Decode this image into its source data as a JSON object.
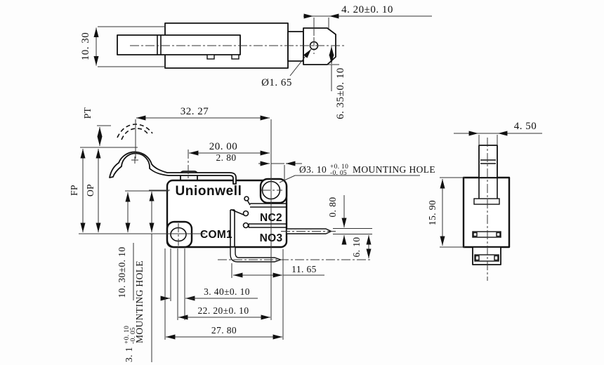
{
  "drawing": {
    "brand": "Unionwell",
    "top_view": {
      "body_height": "10. 30",
      "pin_tip_width": "4. 20±0. 10",
      "pin_hole_offset": "6. 35±0. 10",
      "pin_hole_dia": "Ø1. 65"
    },
    "front_view": {
      "lever_to_hole": "32. 27",
      "plunger_to_hole": "20. 00",
      "hole_to_edge": "2. 80",
      "mounting_hole_dia": "Ø3. 10",
      "mounting_hole_tol_plus": "+0. 10",
      "mounting_hole_tol_minus": "-0. 05",
      "mounting_hole_label": "MOUNTING HOLE",
      "pretravel": "PT",
      "free_position": "FP",
      "operating_position": "OP",
      "terminal_com": "COM1",
      "terminal_nc": "NC2",
      "terminal_no": "NO3",
      "pin_thickness": "0. 80",
      "pin_gap": "6. 10",
      "com_pin_length": "11. 65",
      "left_hole_width": "3. 40±0. 10",
      "hole_spacing": "22. 20±0. 10",
      "body_width": "27. 80",
      "hole_vertical_spacing": "10. 30±0. 10",
      "left_hole_dia": "3. 1",
      "left_hole_tol_plus": "+0. 10",
      "left_hole_tol_minus": "-0. 05",
      "left_hole_label": "MOUNTING HOLE"
    },
    "side_view": {
      "plunger_width": "4. 50",
      "body_height": "15. 90"
    }
  }
}
